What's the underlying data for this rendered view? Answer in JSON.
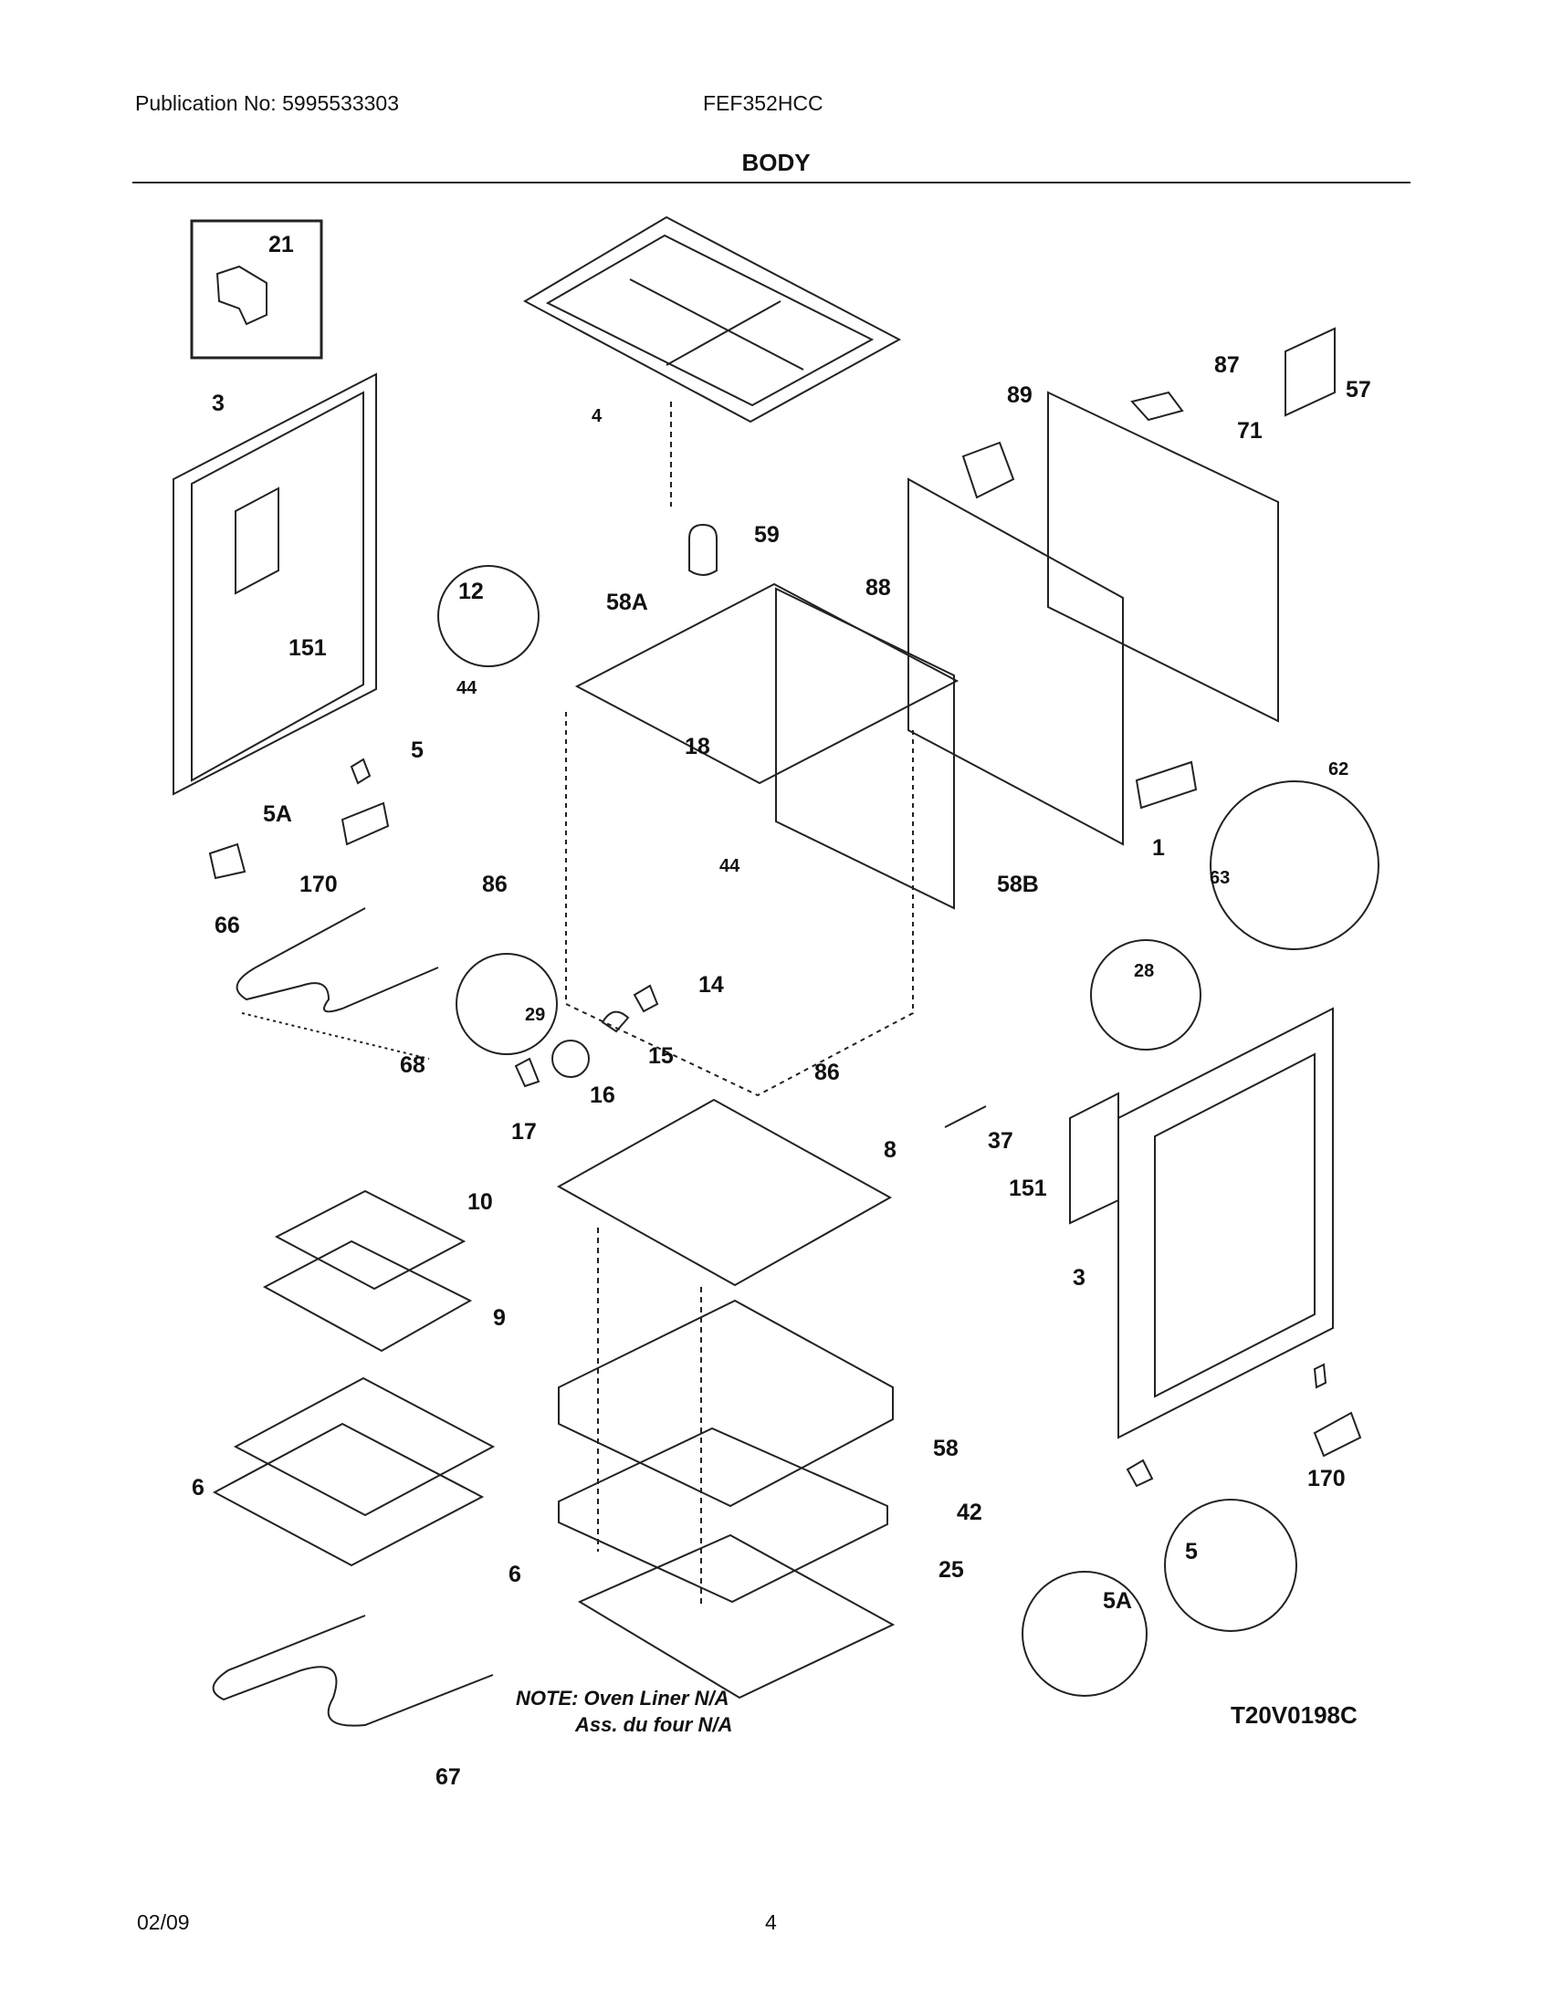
{
  "header": {
    "publication": "Publication No: 5995533303",
    "model": "FEF352HCC",
    "title": "BODY"
  },
  "callouts": {
    "p21": "21",
    "p3a": "3",
    "p4": "4",
    "p151a": "151",
    "p5a": "5",
    "p5Aa": "5A",
    "p170a": "170",
    "p66": "66",
    "p68": "68",
    "p12": "12",
    "p44a": "44",
    "p58A": "58A",
    "p59": "59",
    "p88": "88",
    "p18": "18",
    "p89": "89",
    "p87": "87",
    "p71": "71",
    "p57": "57",
    "p62": "62",
    "p63": "63",
    "p1": "1",
    "p58B": "58B",
    "p44b": "44",
    "p86a": "86",
    "p86b": "86",
    "p29": "29",
    "p14": "14",
    "p15": "15",
    "p16": "16",
    "p17": "17",
    "p28": "28",
    "p37": "37",
    "p151b": "151",
    "p3b": "3",
    "p8": "8",
    "p10": "10",
    "p9": "9",
    "p6a": "6",
    "p6b": "6",
    "p58": "58",
    "p42": "42",
    "p25": "25",
    "p67": "67",
    "p5b": "5",
    "p5Ab": "5A",
    "p170b": "170"
  },
  "note": {
    "line1": "NOTE: Oven Liner N/A",
    "line2": "Ass. du four N/A"
  },
  "diagram_code": "T20V0198C",
  "footer": {
    "date": "02/09",
    "page": "4"
  }
}
